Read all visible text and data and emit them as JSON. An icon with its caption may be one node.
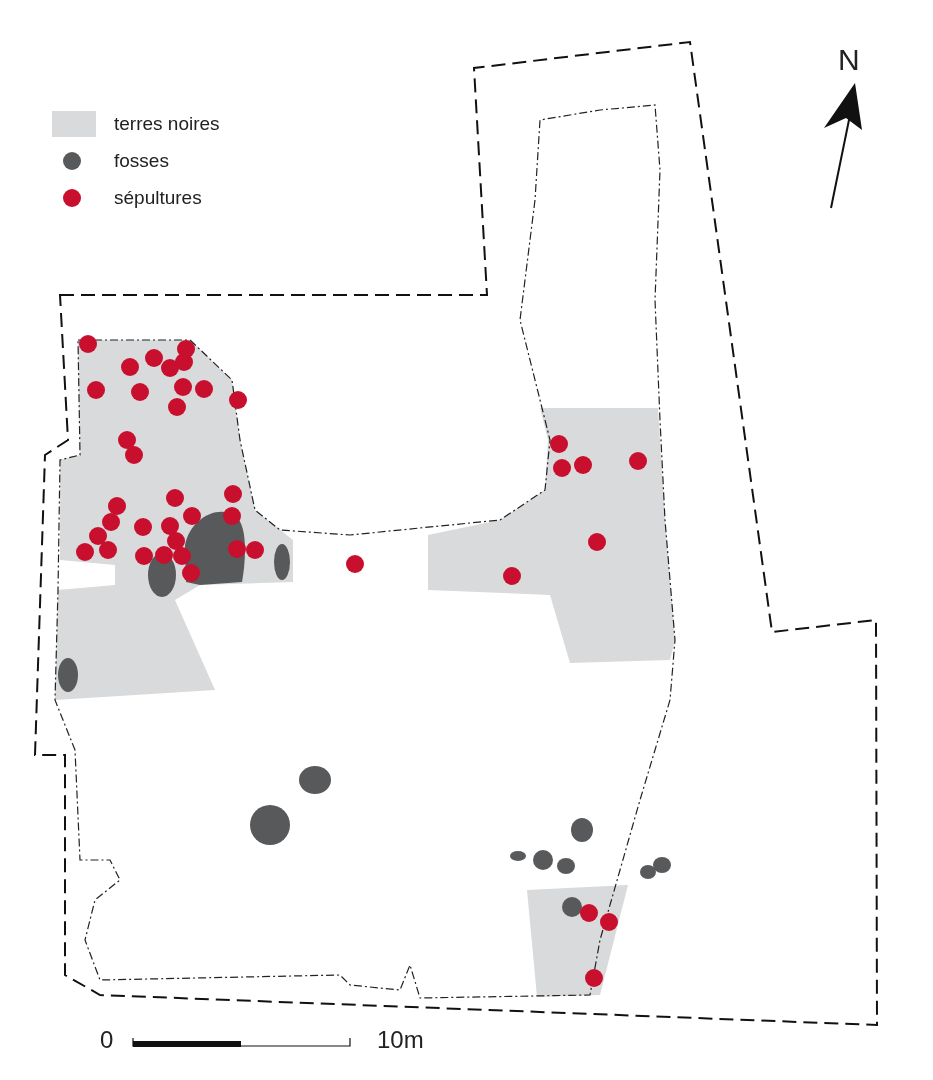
{
  "diagram": {
    "labels": [
      "N",
      "0",
      "10m"
    ],
    "legend": [
      {
        "text": "terres noires",
        "color": "#d9dadb"
      },
      {
        "text": "fosses",
        "color": "#58595b"
      },
      {
        "text": "sépultures",
        "color": "#c8102e"
      }
    ]
  }
}
